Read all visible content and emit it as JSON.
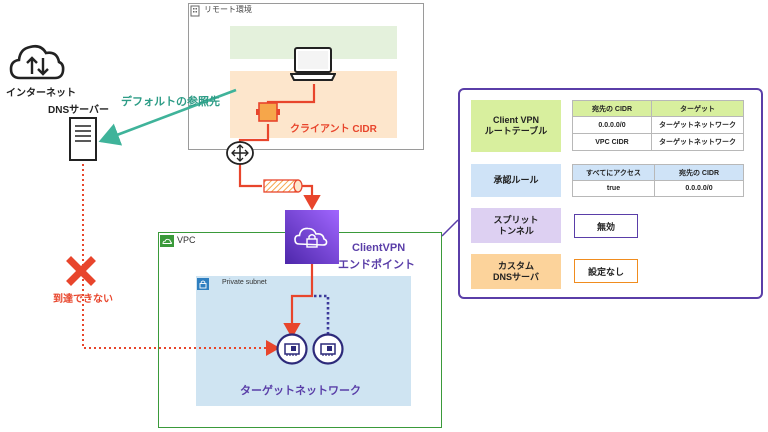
{
  "remote_env": {
    "label": "リモート環境"
  },
  "client_cidr": {
    "label": "クライアント CIDR"
  },
  "internet": {
    "label": "インターネット"
  },
  "dns_server": {
    "label": "DNSサーバー"
  },
  "default_ref": {
    "label": "デフォルトの参照先"
  },
  "unreachable": {
    "label": "到達できない"
  },
  "vpc": {
    "label": "VPC"
  },
  "endpoint": {
    "line1": "ClientVPN",
    "line2": "エンドポイント"
  },
  "subnet": {
    "label": "Private subnet"
  },
  "target_network": {
    "label": "ターゲットネットワーク"
  },
  "panel": {
    "route_table": {
      "label": "Client VPN\nルートテーブル",
      "headers": [
        "宛先の CIDR",
        "ターゲット"
      ],
      "rows": [
        [
          "0.0.0.0/0",
          "ターゲットネットワーク"
        ],
        [
          "VPC CIDR",
          "ターゲットネットワーク"
        ]
      ]
    },
    "auth_rule": {
      "label": "承認ルール",
      "headers": [
        "すべてにアクセス",
        "宛先の CIDR"
      ],
      "rows": [
        [
          "true",
          "0.0.0.0/0"
        ]
      ]
    },
    "split_tunnel": {
      "label": "スプリット\nトンネル",
      "value": "無効"
    },
    "custom_dns": {
      "label": "カスタム\nDNSサーバ",
      "value": "設定なし"
    }
  },
  "colors": {
    "red_line": "#e8452c",
    "teal_line": "#3fb39a",
    "purple": "#5a3ea8",
    "green_border": "#3a9a3a",
    "subnet_fill": "#cfe4f2",
    "cidr_fill": "#fde6cc",
    "orange": "#f08c1e"
  },
  "icons": [
    "cloud-upload-download-icon",
    "laptop-icon",
    "router-icon",
    "vpn-endpoint-icon",
    "server-icon",
    "network-interface-icon",
    "cross-icon",
    "building-icon",
    "lock-icon"
  ]
}
